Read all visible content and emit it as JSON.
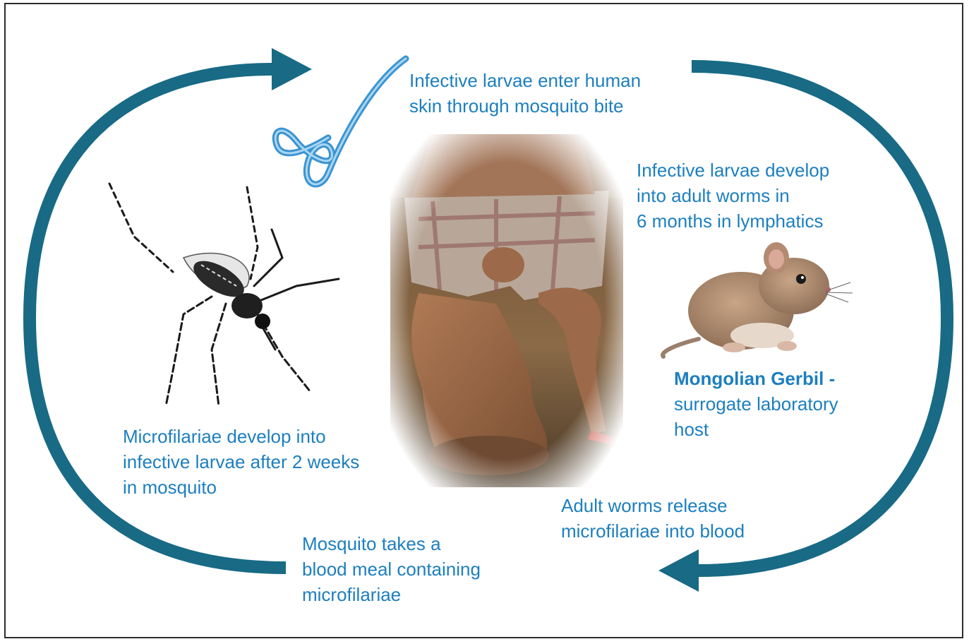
{
  "colors": {
    "arrow": "#186a85",
    "text": "#1d7fbf",
    "larva": "#3b94d0"
  },
  "icons": {
    "larva": "larva-icon",
    "mosquito": "mosquito-icon",
    "gerbil": "gerbil-icon",
    "patient_photo": "lymphedema-photo"
  },
  "steps": {
    "larvae_enter": [
      "Infective larvae enter human",
      "skin through mosquito bite"
    ],
    "larvae_develop": [
      "Infective larvae develop",
      "into adult worms in",
      "6 months in lymphatics"
    ],
    "adults_release": [
      "Adult worms release",
      "microfilariae into blood"
    ],
    "blood_meal": [
      "Mosquito takes a",
      "blood meal containing",
      "microfilariae"
    ],
    "microfilariae_develop": [
      "Microfilariae develop into",
      "infective larvae after 2 weeks",
      "in mosquito"
    ]
  },
  "gerbil": {
    "name": "Mongolian Gerbil",
    "dash": " -",
    "lines": [
      "surrogate laboratory",
      "host"
    ]
  }
}
